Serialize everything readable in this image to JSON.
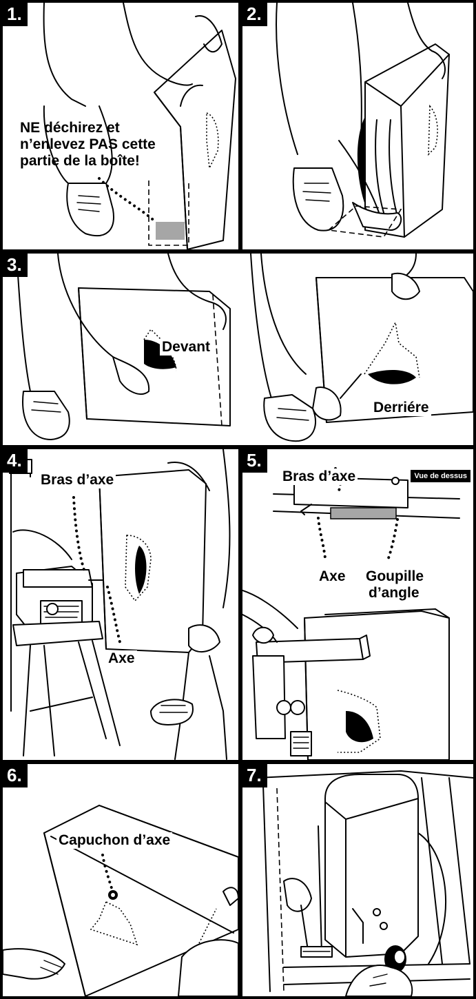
{
  "steps": [
    {
      "number": "1."
    },
    {
      "number": "2."
    },
    {
      "number": "3."
    },
    {
      "number": "4."
    },
    {
      "number": "5."
    },
    {
      "number": "6."
    },
    {
      "number": "7."
    }
  ],
  "step1": {
    "warning_lines": [
      "NE déchirez et",
      "n’enlevez PAS cette",
      "partie de la boîte!"
    ]
  },
  "step3": {
    "front_label": "Devant",
    "back_label": "Derriére"
  },
  "step4": {
    "arm_label": "Bras d’axe",
    "axle_label": "Axe"
  },
  "step5": {
    "view_badge": "Vue de dessus",
    "arm_label": "Bras d’axe",
    "axle_label": "Axe",
    "pin_lines": [
      "Goupille",
      "d’angle"
    ]
  },
  "step6": {
    "cap_label": "Capuchon d’axe"
  },
  "colors": {
    "background": "#000000",
    "panel": "#ffffff",
    "highlight": "#a6a6a6"
  }
}
